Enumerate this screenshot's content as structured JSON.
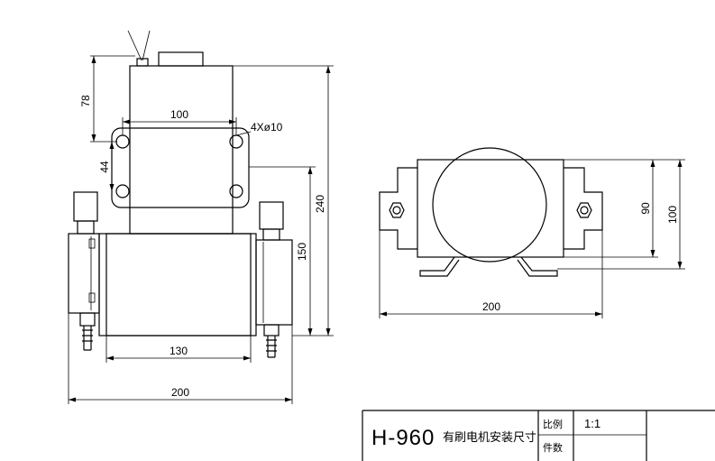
{
  "dimensions": {
    "front_height_top": "78",
    "hole_spacing_x": "100",
    "hole_callout": "4Xø10",
    "hole_spacing_y": "44",
    "overall_height": "240",
    "lower_body_height": "150",
    "lower_body_width": "130",
    "front_overall_width": "200",
    "side_height_inner": "90",
    "side_height_outer": "100",
    "side_overall_width": "200"
  },
  "title_block": {
    "model": "H-960",
    "description": "有刷电机安装尺寸",
    "scale_label": "比例",
    "scale_value": "1:1",
    "row2_label": "件数"
  }
}
